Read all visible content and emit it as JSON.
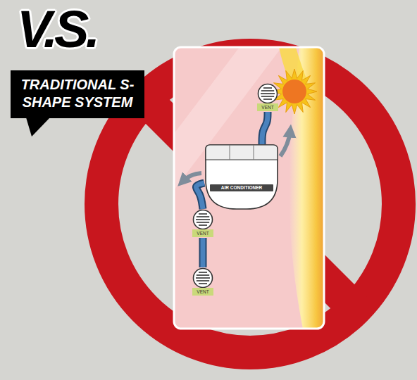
{
  "diagram": {
    "title": "V.S.",
    "nodes": [
      {
        "text": [
          "TRADITIONAL S-SHAPE SYSTEM"
        ]
      },
      {
        "text": [
          "VENT"
        ]
      },
      {
        "text": [
          "AIR CONDITIONER"
        ]
      },
      {
        "text": [
          "VENT"
        ]
      },
      {
        "text": [
          "VENT"
        ]
      }
    ],
    "edges": [
      {
        "from": 2,
        "to": 1,
        "arrow": "none"
      },
      {
        "from": 2,
        "to": 3,
        "arrow": "none"
      },
      {
        "from": 3,
        "to": 4,
        "arrow": "none"
      }
    ]
  }
}
